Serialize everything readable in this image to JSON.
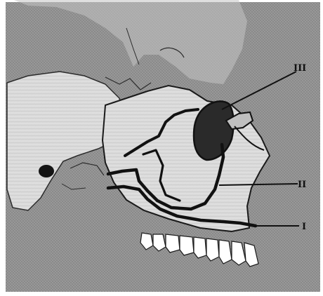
{
  "labels": {
    "three": "III",
    "two": "II",
    "one": "I"
  },
  "colors": {
    "background": "#ffffff",
    "photo_gray": "#8f8f8f",
    "bone": "#d9d9d9",
    "line": "#111111",
    "dark_fill": "#2a2a2a"
  }
}
